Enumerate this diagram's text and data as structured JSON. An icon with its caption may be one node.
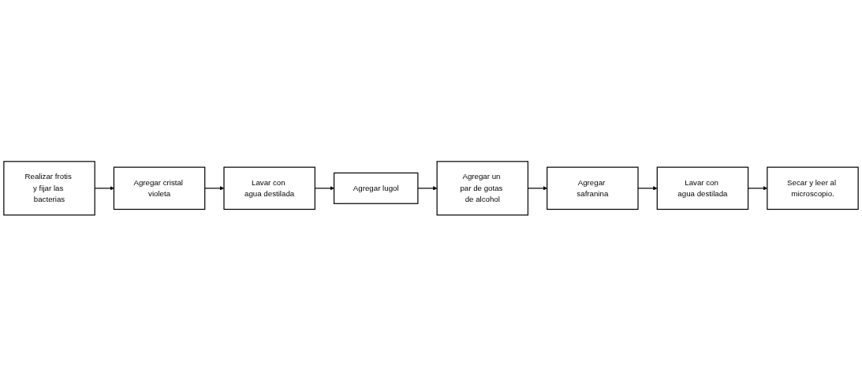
{
  "diagram": {
    "nodes": [
      {
        "text": [
          "Realizar frotis y fijar las bacterias"
        ]
      },
      {
        "text": [
          "Agregar cristal violeta"
        ]
      },
      {
        "text": [
          "Lavar con agua destilada"
        ]
      },
      {
        "text": [
          "Agregar lugol"
        ]
      },
      {
        "text": [
          "Agregar un par de gotas de alcohol"
        ]
      },
      {
        "text": [
          "Agregar safranina"
        ]
      },
      {
        "text": [
          "Lavar con agua destilada"
        ]
      },
      {
        "text": [
          "Secar y leer al microscopio."
        ]
      }
    ],
    "edges": [
      {
        "from": 0,
        "to": 1,
        "arrow": "to"
      },
      {
        "from": 1,
        "to": 2,
        "arrow": "to"
      },
      {
        "from": 2,
        "to": 3,
        "arrow": "to"
      },
      {
        "from": 3,
        "to": 4,
        "arrow": "to"
      },
      {
        "from": 4,
        "to": 5,
        "arrow": "to"
      },
      {
        "from": 5,
        "to": 6,
        "arrow": "to"
      },
      {
        "from": 6,
        "to": 7,
        "arrow": "to"
      }
    ]
  }
}
